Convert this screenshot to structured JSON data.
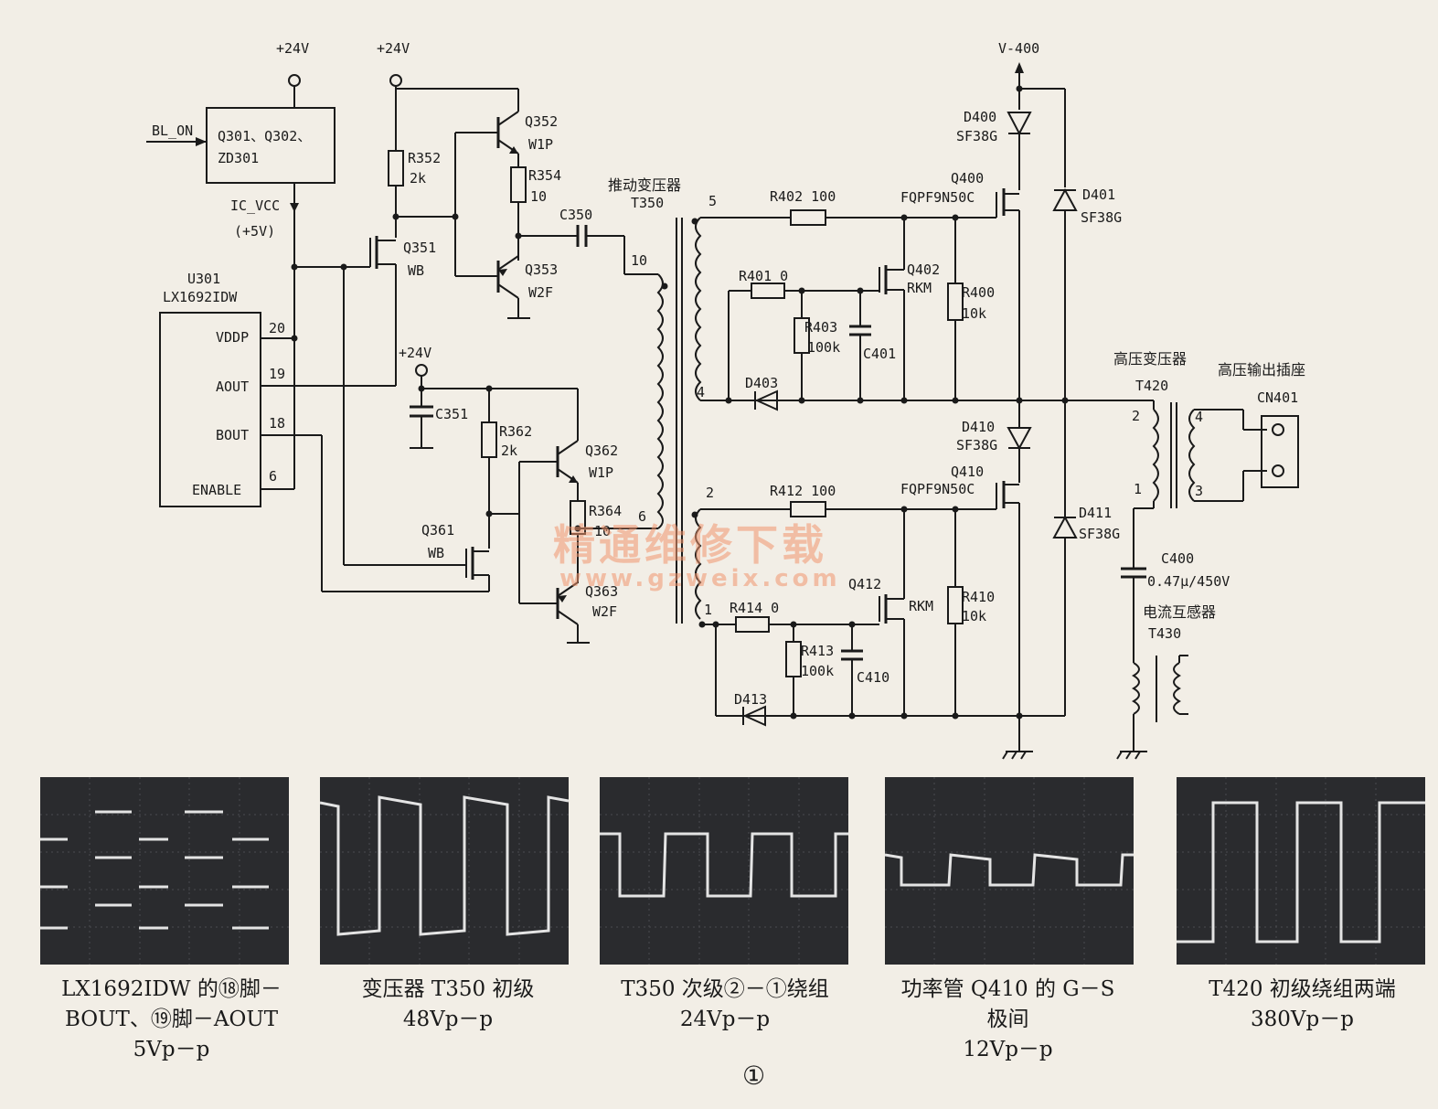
{
  "labels": {
    "v24a": "+24V",
    "v24b": "+24V",
    "v24c": "+24V",
    "v400": "V-400",
    "bl_on": "BL_ON",
    "q301": "Q301、Q302、",
    "zd301": "ZD301",
    "ic_vcc": "IC_VCC",
    "v5": "(+5V)",
    "u301": "U301",
    "lx": "LX1692IDW",
    "vddp": "VDDP",
    "aout": "AOUT",
    "bout": "BOUT",
    "enable": "ENABLE",
    "p20": "20",
    "p19": "19",
    "p18": "18",
    "p6": "6",
    "r352": "R352",
    "r352v": "2k",
    "q352": "Q352",
    "q352m": "W1P",
    "r354": "R354",
    "r354v": "10",
    "c350": "C350",
    "q351": "Q351",
    "q351m": "WB",
    "q353": "Q353",
    "q353m": "W2F",
    "c351": "C351",
    "r362": "R362",
    "r362v": "2k",
    "q362": "Q362",
    "q362m": "W1P",
    "r364": "R364",
    "r364v": "10",
    "q361": "Q361",
    "q361m": "WB",
    "q363": "Q363",
    "q363m": "W2F",
    "drv_xfmr": "推动变压器",
    "t350": "T350",
    "n5": "5",
    "n10": "10",
    "n4": "4",
    "n2": "2",
    "n6": "6",
    "n1": "1",
    "r402": "R402  100",
    "r401": "R401  0",
    "r403": "R403",
    "r403v": "100k",
    "c401": "C401",
    "q402": "Q402",
    "q402m": "RKM",
    "r400": "R400",
    "r400v": "10k",
    "d403": "D403",
    "r412": "R412  100",
    "r414": "R414  0",
    "r413": "R413",
    "r413v": "100k",
    "c410": "C410",
    "q412": "Q412",
    "q412m": "RKM",
    "r410": "R410",
    "r410v": "10k",
    "d413": "D413",
    "d400": "D400",
    "d400m": "SF38G",
    "q400": "Q400",
    "q400m": "FQPF9N50C",
    "d401": "D401",
    "d401m": "SF38G",
    "d410": "D410",
    "d410m": "SF38G",
    "q410": "Q410",
    "q410m": "FQPF9N50C",
    "d411": "D411",
    "d411m": "SF38G",
    "hv_xfmr": "高压变压器",
    "t420": "T420",
    "hv_out": "高压输出插座",
    "cn401": "CN401",
    "t2": "2",
    "t1": "1",
    "t4": "4",
    "t3": "3",
    "c400": "C400",
    "c400v": "0.47μ/450V",
    "ct": "电流互感器",
    "t430": "T430"
  },
  "captions": [
    [
      "LX1692IDW 的⑱脚－",
      "BOUT、⑲脚－AOUT",
      "5Vp－p"
    ],
    [
      "变压器 T350 初级",
      "48Vp－p"
    ],
    [
      "T350 次级②－①绕组",
      "24Vp－p"
    ],
    [
      "功率管 Q410 的 G－S",
      "极间",
      "12Vp－p"
    ],
    [
      "T420 初级绕组两端",
      "380Vp－p"
    ]
  ],
  "figure_number": "①",
  "watermark": {
    "line1": "精通维修下载",
    "line2": "www.gzweix.com"
  }
}
